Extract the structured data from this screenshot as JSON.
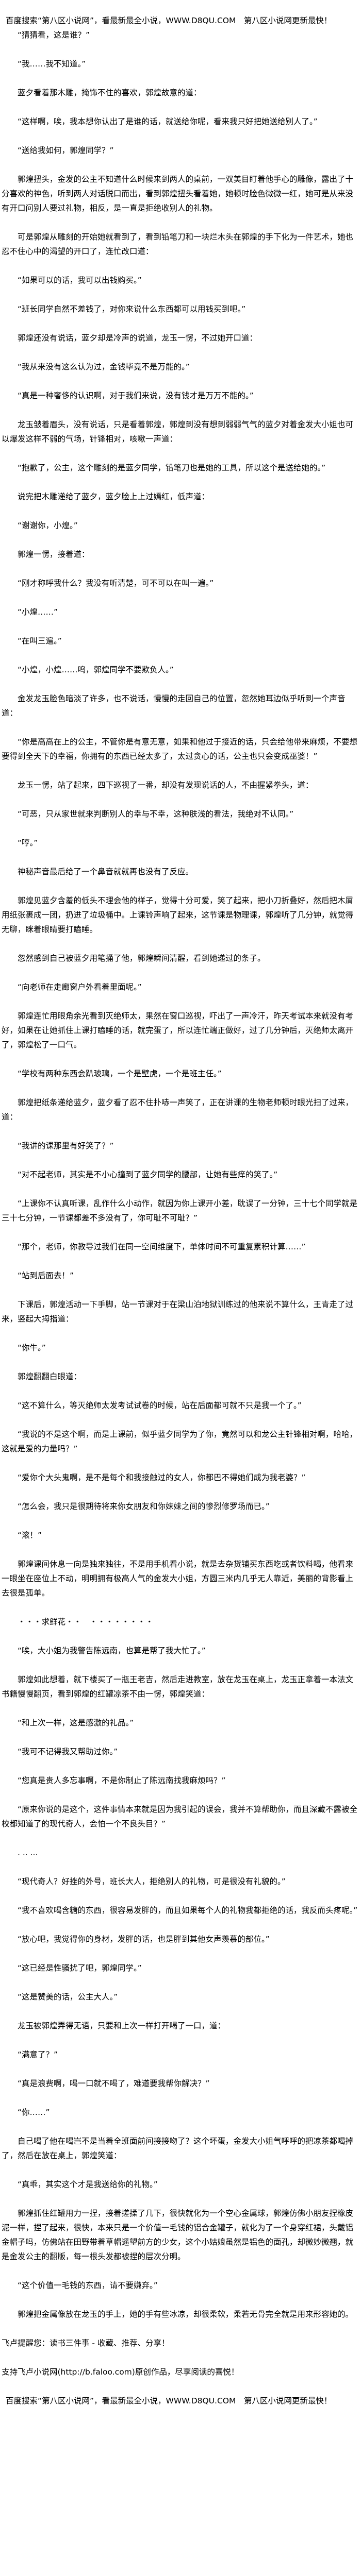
{
  "banner": {
    "text": "百度搜索“第八区小说网”，看最新最全小说，WWW.D8QU.COM　第八区小说网更新最快！"
  },
  "paragraphs": [
    "“猜猜看，这是谁？”",
    "“我……我不知道。”",
    "蓝夕看着那木雕，掩饰不住的喜欢，郭煌故意的道：",
    "“这样啊，唉，我本想你认出了是谁的话，就送给你呢，看来我只好把她送给别人了。”",
    "“送给我如何，郭煌同学？”",
    "郭煌扭头，金发的公主不知道什么时候来到两人的桌前，一双美目盯着他手心的雕像，露出了十分喜欢的神色，听到两人对话脱口而出，看到郭煌扭头看着她，她顿时脸色微微一红，她可是从来没有开口问别人要过礼物，相反，是一直是拒绝收别人的礼物。",
    "可是郭煌从雕刻的开始她就看到了，看到铅笔刀和一块烂木头在郭煌的手下化为一件艺术，她也忍不住心中的渴望的开口了，连忙改口道：",
    "“如果可以的话，我可以出钱购买。”",
    "“班长同学自然不差钱了，对你来说什么东西都可以用钱买到吧。”",
    "郭煌还没有说话，蓝夕却是冷声的说道，龙玉一愣，不过她开口道：",
    "“我从来没有这么认为过，金钱毕竟不是万能的。”",
    "“真是一种奢侈的认识啊，对于我们来说，没有钱才是万万不能的。”",
    "龙玉皱着眉头，没有说话，只是看着郭煌，郭煌到没有想到弱弱气气的蓝夕对着金发大小姐也可以爆发这样不弱的气场，针锋相对，咳嗽一声道：",
    "“抱歉了，公主，这个雕刻的是蓝夕同学，铅笔刀也是她的工具，所以这个是送给她的。”",
    "说完把木雕递给了蓝夕，蓝夕脸上上过嫣红，低声道：",
    "“谢谢你，小煌。”",
    "郭煌一愣，接着道：",
    "“刚才称呼我什么？我没有听清楚，可不可以在叫一遍。”",
    "“小煌……”",
    "“在叫三遍。”",
    "“小煌，小煌……呜，郭煌同学不要欺负人。”",
    "金发龙玉脸色暗淡了许多，也不说话，慢慢的走回自己的位置，忽然她耳边似乎听到一个声音道：",
    "“你是高高在上的公主，不管你是有意无意，如果和他过于接近的话，只会给他带来麻烦，不要想要得到全天下的幸福，你拥有的东西已经太多了，太过贪心的话，公主也只会变成巫婆！”",
    "龙玉一愣，站了起来，四下巡视了一番，却没有发现说话的人，不由握紧拳头，道：",
    "“可恶，只从家世就来判断别人的幸与不幸，这种肤浅的看法，我绝对不认同。”",
    "“哼。”",
    "神秘声音最后给了一个鼻音就就再也没有了反应。",
    "郭煌见蓝夕含羞的低头不理会他的样子，觉得十分可爱，笑了起来，把小刀折叠好，然后把木屑用纸张裹成一团，扔进了垃圾桶中。上课铃声响了起来，这节课是物理课，郭煌听了几分钟，就觉得无聊，眯着眼睛要打瞌睡。",
    "忽然感到自己被蓝夕用笔捅了他，郭煌瞬间清醒，看到她递过的条子。",
    "“向老师在走廊窗户外看着里面呢。”",
    "郭煌连忙用眼角余光看到灭绝师太，果然在窗口巡视，吓出了一声冷汗，昨天考试本来就没有考好，如果在让她抓住上课打瞌睡的话，就完蛋了，所以连忙端正做好，过了几分钟后，灭绝师太离开了，郭煌松了一口气。",
    "“学校有两种东西会趴玻璃，一个是壁虎，一个是班主任。”",
    "郭煌把纸条递给蓝夕，蓝夕看了忍不住扑哧一声笑了，正在讲课的生物老师顿时眼光扫了过来，道：",
    "“我讲的课那里有好笑了？”",
    "“对不起老师，其实是不小心撞到了蓝夕同学的腰部，让她有些痒的笑了。”",
    "“上课你不认真听课，乱作什么小动作，就因为你上课开小差，耽误了一分钟，三十七个同学就是三十七分钟，一节课都差不多没有了，你可耻不可耻？”",
    "“那个，老师，你教导过我们在同一空间维度下，单体时间不可重复累积计算……”",
    "“站到后面去！”",
    "下课后，郭煌活动一下手脚，站一节课对于在梁山泊地狱训练过的他来说不算什么，王青走了过来，竖起大拇指道：",
    "“你牛。”",
    "郭煌翻翻白眼道：",
    "“这不算什么，等灭绝师太发考试试卷的时候，站在后面都可就不只是我一个了。”",
    "“我说的不是这个啊，而是上课前，似乎蓝夕同学为了你，竟然可以和龙公主针锋相对啊，哈哈，这就是爱的力量吗？”",
    "“爱你个大头鬼啊，是不是每个和我接触过的女人，你都巴不得她们成为我老婆？”",
    "“怎么会，我只是很期待将来你女朋友和你妹妹之间的惨烈修罗场而已。”",
    "“滚！”",
    "郭煌课间休息一向是独来独往，不是用手机看小说，就是去杂货铺买东西吃或者饮料喝，他看来一眼坐在座位上不动，明明拥有极高人气的金发大小姐，方圆三米内几乎无人靠近，美丽的背影看上去很是孤单。",
    "・・・求鲜花・・　・・・・・・・・",
    "“唉，大小姐为我警告陈远南，也算是帮了我大忙了。”",
    "郭煌如此想着，就下楼买了一瓶王老吉，然后走进教室，放在龙玉在桌上，龙玉正拿着一本法文书籍慢慢翻页，看到郭煌的红罐凉茶不由一愣，郭煌笑道：",
    "“和上次一样，这是感激的礼品。”",
    "“我可不记得我又帮助过你。”",
    "“您真是贵人多忘事啊，不是你制止了陈远南找我麻烦吗？”",
    "“原来你说的是这个，这件事情本来就是因为我引起的误会，我并不算帮助你，而且深藏不露被全校都知道了的现代奇人，会怕一个不良头目？”",
    ". .. ...",
    "“现代奇人？好挫的外号，班长大人，拒绝别人的礼物，可是很没有礼貌的。”",
    "“我不喜欢喝含糖的东西，很容易发胖的，而且如果每个人的礼物我都拒绝的话，我反而头疼呢。”",
    "“放心吧，我觉得你的身材，发胖的话，也是胖到其他女声羡慕的部位。”",
    "“这已经是性骚扰了吧，郭煌同学。”",
    "“这是赞美的话，公主大人。”",
    "龙玉被郭煌弄得无语，只要和上次一样打开喝了一口，道：",
    "“满意了？”",
    "“真是浪费啊，喝一口就不喝了，难道要我帮你解决？”",
    "“你……”",
    "自己喝了他在喝岂不是当着全班面前间接接吻了？这个坏蛋，金发大小姐气呼呼的把凉茶都喝掉了，然后在放在桌上，郭煌笑道：",
    "“真乖，其实这个才是我送给你的礼物。”",
    "郭煌抓住红罐用力一捏，接着搓揉了几下，很快就化为一个空心金属球，郭煌仿佛小朋友捏橡皮泥一样，捏了起来，很快，本来只是一个价值一毛钱的铝合金罐子，就化为了一个身穿红裙，头戴铝金帽子吗，仿佛站在田野带着草帽遥望前方的少女，这个小姑娘虽然是铝色的面孔，却微妙微翘，就是金发公主的翻版，每一根头发都被捏的层次分明。",
    "“这个价值一毛钱的东西，请不要嫌弃。”",
    "郭煌把金属像放在龙玉的手上，她的手有些冰凉，却很柔软，柔若无骨完全就是用来形容她的。"
  ],
  "footer": {
    "reminder": "飞卢提醒您：读书三件事 - 收藏、推荐、分享！",
    "support": "支持飞卢小说网(http://b.faloo.com)原创作品，尽享阅读的喜悦！",
    "banner": "百度搜索“第八区小说网”，看最新最全小说，WWW.D8QU.COM　第八区小说网更新最快！"
  }
}
